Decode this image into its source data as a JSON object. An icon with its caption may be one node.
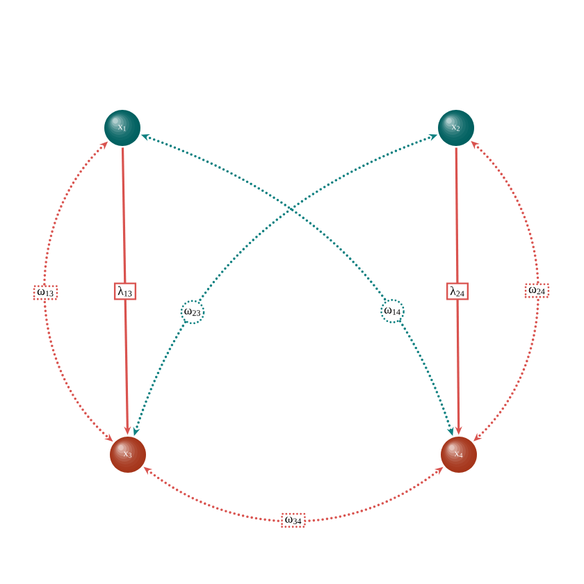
{
  "diagram": {
    "nodes": [
      {
        "text": [
          "x$_{1}$"
        ]
      },
      {
        "text": [
          "x$_{2}$"
        ]
      },
      {
        "text": [
          "x$_{3}$"
        ]
      },
      {
        "text": [
          "x$_{4}$"
        ]
      }
    ],
    "edges": [
      {
        "from": 0,
        "to": 2,
        "arrow": "to",
        "label": "λ$_{13}$"
      },
      {
        "from": 1,
        "to": 3,
        "arrow": "to",
        "label": "λ$_{24}$"
      },
      {
        "from": 0,
        "to": 2,
        "arrow": "both",
        "label": "ω$_{13}$",
        "style": "dashed"
      },
      {
        "from": 1,
        "to": 3,
        "arrow": "both",
        "label": "ω$_{24}$",
        "style": "dashed"
      },
      {
        "from": 2,
        "to": 3,
        "arrow": "both",
        "label": "ω$_{34}$",
        "style": "dashed"
      },
      {
        "from": 2,
        "to": 1,
        "arrow": "both",
        "label": "ω$_{23}$",
        "style": "dashed",
        "color": "#0e8080"
      },
      {
        "from": 0,
        "to": 3,
        "arrow": "both",
        "label": "ω$_{14}$",
        "style": "dashed",
        "color": "#0e8080"
      }
    ]
  }
}
